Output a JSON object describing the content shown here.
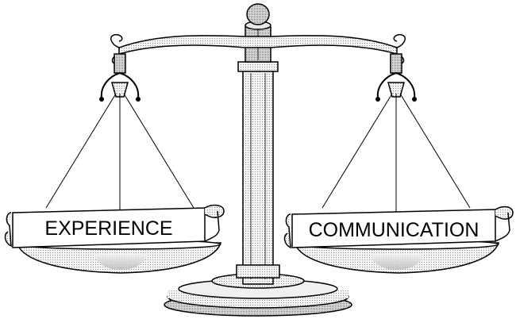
{
  "illustration": {
    "subject": "balance-scale",
    "left_banner": "EXPERIENCE",
    "right_banner": "COMMUNICATION"
  },
  "colors": {
    "ink": "#000000",
    "fill_light": "#ececec",
    "fill_mid": "#d4d4d4",
    "fill_dark": "#9a9a9a",
    "background": "#ffffff"
  }
}
